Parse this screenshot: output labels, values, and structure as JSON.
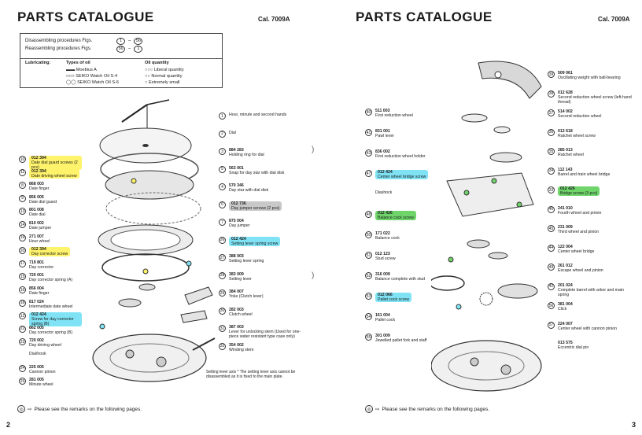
{
  "left": {
    "title": "PARTS CATALOGUE",
    "cal": "Cal. 7009A",
    "page_number": "2",
    "remark": "Please see the remarks on the following pages.",
    "remark_mark": "◎",
    "legend": {
      "disassembling": "Disassembling procedures Figs.",
      "reassembling": "Reassembling procedures Figs.",
      "dis_from": "1",
      "dis_to": "56",
      "re_from": "56",
      "re_to": "1",
      "lubricating": "Lubricating:",
      "types_of_oil": "Types of oil",
      "oil_quantity": "Oil quantity",
      "oil_types": [
        "Moebius A",
        "SEIKO Watch Oil S-4",
        "SEIKO Watch Oil S-6"
      ],
      "quantities": [
        "Liberal quantity",
        "Normal quantity",
        "Extremely small"
      ]
    },
    "parts_left_col": [
      {
        "n": "10",
        "code": "012 394",
        "name": "Date dial guard screws (2 pcs)",
        "hl": "yellow"
      },
      {
        "n": "11",
        "code": "012 394",
        "name": "Date driving wheel screw",
        "hl": "yellow"
      },
      {
        "n": "8",
        "code": "868 003",
        "name": "Date finger",
        "hl": ""
      },
      {
        "n": "9",
        "code": "856 005",
        "name": "Date dial guard",
        "hl": ""
      },
      {
        "n": "13",
        "code": "801 008",
        "name": "Date dial",
        "hl": ""
      },
      {
        "n": "14",
        "code": "810 002",
        "name": "Date jumper",
        "hl": ""
      },
      {
        "n": "19",
        "code": "271 007",
        "name": "Hour wheel",
        "hl": ""
      },
      {
        "n": "20",
        "code": "012 394",
        "name": "Day corrector screw",
        "hl": "yellow"
      },
      {
        "n": "17",
        "code": "719 801",
        "name": "Day corrector",
        "hl": ""
      },
      {
        "n": "15",
        "code": "720 001",
        "name": "Day corrector spring (A)",
        "hl": ""
      },
      {
        "n": "16",
        "code": "856 004",
        "name": "Date finger",
        "hl": ""
      },
      {
        "n": "18",
        "code": "817 024",
        "name": "Intermediate date wheel",
        "hl": ""
      },
      {
        "n": "12",
        "code": "012 424",
        "name": "Screw for day corrector spring (B)",
        "hl": "cyan"
      },
      {
        "n": "22",
        "code": "862 005",
        "name": "Day corrector spring (B)",
        "hl": ""
      },
      {
        "n": "23",
        "code": "720 002",
        "name": "Day driving wheel",
        "hl": ""
      },
      {
        "n": "",
        "code": "",
        "name": "Dial/hook",
        "hl": ""
      },
      {
        "n": "24",
        "code": "225 005",
        "name": "Cannon pinion",
        "hl": ""
      },
      {
        "n": "25",
        "code": "281 005",
        "name": "Minute wheel",
        "hl": ""
      }
    ],
    "parts_right_col": [
      {
        "n": "1",
        "code": "",
        "name": "Hour, minute and second hands",
        "hl": ""
      },
      {
        "n": "2",
        "code": "",
        "name": "Dial",
        "hl": ""
      },
      {
        "n": "3",
        "code": "884 283",
        "name": "Holding ring for dial",
        "hl": ""
      },
      {
        "n": "5",
        "code": "563 001",
        "name": "Snap for day star with dial disk",
        "hl": ""
      },
      {
        "n": "4",
        "code": "570 346",
        "name": "Day star with dial disk",
        "hl": ""
      },
      {
        "n": "6",
        "code": "012 736",
        "name": "Day jumper screws (2 pcs)",
        "hl": "gray"
      },
      {
        "n": "7",
        "code": "875 004",
        "name": "Day jumper",
        "hl": ""
      },
      {
        "n": "26",
        "code": "012 424",
        "name": "Setting lever spring screw",
        "hl": "cyan"
      },
      {
        "n": "27",
        "code": "388 003",
        "name": "Setting lever spring",
        "hl": ""
      },
      {
        "n": "28",
        "code": "383 009",
        "name": "Setting lever",
        "hl": ""
      },
      {
        "n": "29",
        "code": "384 007",
        "name": "Yoke (Clutch lever)",
        "hl": ""
      },
      {
        "n": "30",
        "code": "282 003",
        "name": "Clutch wheel",
        "hl": ""
      },
      {
        "n": "31",
        "code": "387 003",
        "name": "Lever for unlocking stem (Used for one-piece water resistant type case only)",
        "hl": ""
      },
      {
        "n": "32",
        "code": "354 002",
        "name": "Winding stem",
        "hl": ""
      }
    ],
    "setting_note": "Setting lever axis * The setting lever axis cannot be disassembled as it is fixed to the main plate."
  },
  "right": {
    "title": "PARTS CATALOGUE",
    "cal": "Cal. 7009A",
    "page_number": "3",
    "remark": "Please see the remarks on the following pages.",
    "remark_mark": "◎",
    "parts_left_col": [
      {
        "n": "40",
        "code": "511 003",
        "name": "First reduction wheel",
        "hl": ""
      },
      {
        "n": "41",
        "code": "831 001",
        "name": "Pawl lever",
        "hl": ""
      },
      {
        "n": "43",
        "code": "836 002",
        "name": "First reduction wheel holder",
        "hl": ""
      },
      {
        "n": "47",
        "code": "012 424",
        "name": "Center wheel bridge screw",
        "hl": "cyan"
      },
      {
        "n": "",
        "code": "",
        "name": "Diashock",
        "hl": ""
      },
      {
        "n": "48",
        "code": "012 426",
        "name": "Balance cock screw",
        "hl": "green"
      },
      {
        "n": "50",
        "code": "171 022",
        "name": "Balance cock",
        "hl": ""
      },
      {
        "n": "51",
        "code": "012 123",
        "name": "Stud screw",
        "hl": ""
      },
      {
        "n": "52",
        "code": "316 009",
        "name": "Balance complete with stud",
        "hl": ""
      },
      {
        "n": "53",
        "code": "012 066",
        "name": "Pallet cock screw",
        "hl": "cyan"
      },
      {
        "n": "54",
        "code": "161 004",
        "name": "Pallet cock",
        "hl": ""
      },
      {
        "n": "55",
        "code": "301 009",
        "name": "Jewelled pallet fork and staff",
        "hl": ""
      }
    ],
    "parts_right_col": [
      {
        "n": "39",
        "code": "509 061",
        "name": "Oscillating weight with ball-bearing",
        "hl": ""
      },
      {
        "n": "38",
        "code": "012 628",
        "name": "Second reduction wheel screw (left-hand thread)",
        "hl": ""
      },
      {
        "n": "37",
        "code": "514 002",
        "name": "Second reduction wheel",
        "hl": ""
      },
      {
        "n": "36",
        "code": "012 618",
        "name": "Ratchet wheel screw",
        "hl": ""
      },
      {
        "n": "35",
        "code": "285 013",
        "name": "Ratchet wheel",
        "hl": ""
      },
      {
        "n": "34",
        "code": "112 143",
        "name": "Barrel and train wheel bridge",
        "hl": ""
      },
      {
        "n": "33",
        "code": "012 426",
        "name": "Bridge screw (3 pcs)",
        "hl": "green"
      },
      {
        "n": "46",
        "code": "241 010",
        "name": "Fourth wheel and pinion",
        "hl": ""
      },
      {
        "n": "45",
        "code": "231 009",
        "name": "Third wheel and pinion",
        "hl": ""
      },
      {
        "n": "44",
        "code": "122 004",
        "name": "Center wheel bridge",
        "hl": ""
      },
      {
        "n": "49",
        "code": "261 012",
        "name": "Escape wheel and pinion",
        "hl": ""
      },
      {
        "n": "42",
        "code": "201 024",
        "name": "Complete barrel with arbor and main spring",
        "hl": ""
      },
      {
        "n": "56",
        "code": "381 004",
        "name": "Click",
        "hl": ""
      },
      {
        "n": "57",
        "code": "224 007",
        "name": "Center wheel with cannon pinion",
        "hl": ""
      },
      {
        "n": "",
        "code": "013 575",
        "name": "Eccentric dial pin",
        "hl": ""
      }
    ]
  }
}
